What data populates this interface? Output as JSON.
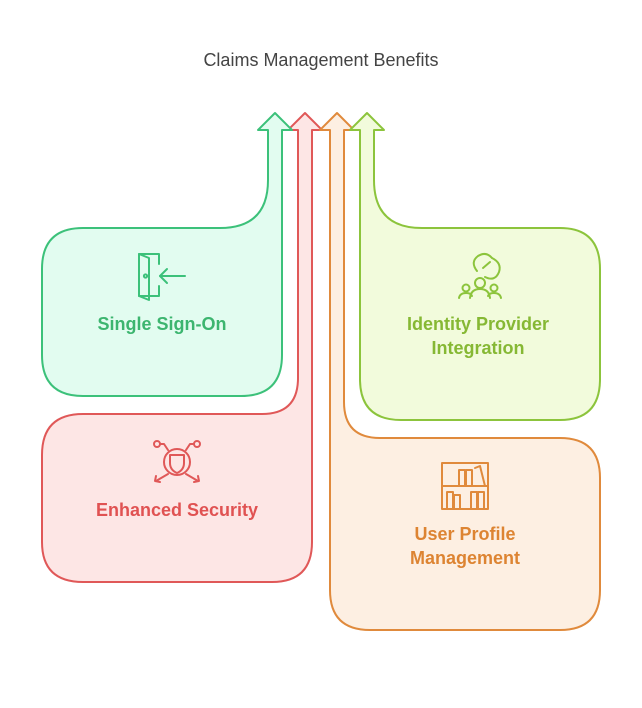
{
  "title": "Claims Management Benefits",
  "cards": {
    "sso": {
      "label_lines": [
        "Single Sign-On"
      ],
      "icon": "door-enter-icon",
      "stroke": "#3cc17a",
      "fill": "#e2fcf0",
      "text_color": "#3cb56f"
    },
    "idp": {
      "label_lines": [
        "Identity Provider",
        "Integration"
      ],
      "icon": "team-link-icon",
      "stroke": "#8cc43c",
      "fill": "#f2fbdc",
      "text_color": "#86b834"
    },
    "security": {
      "label_lines": [
        "Enhanced Security"
      ],
      "icon": "shield-network-icon",
      "stroke": "#e05858",
      "fill": "#fde6e5",
      "text_color": "#e05252"
    },
    "profile": {
      "label_lines": [
        "User Profile",
        "Management"
      ],
      "icon": "bookshelf-icon",
      "stroke": "#e08a3c",
      "fill": "#fdefe2",
      "text_color": "#dd8432"
    }
  }
}
